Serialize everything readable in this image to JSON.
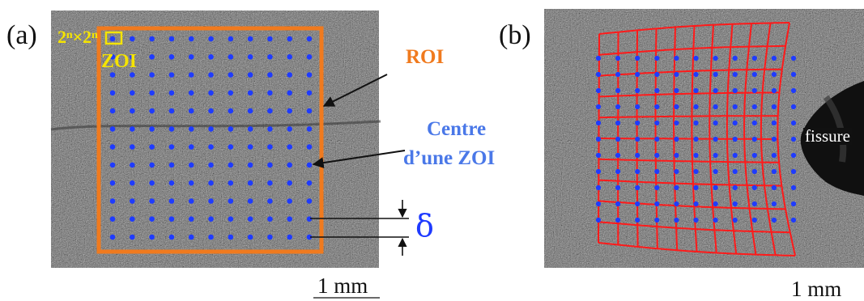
{
  "panel_a": {
    "label": "(a)",
    "zoi_size_label": "2ⁿ×2ⁿ",
    "zoi_label": "ZOI",
    "roi_label": "ROI",
    "centre_label_line1": "Centre",
    "centre_label_line2": "d’une ZOI",
    "spacing_symbol": "δ",
    "scale_label": "1 mm"
  },
  "panel_b": {
    "label": "(b)",
    "crack_label": "fissure",
    "scale_label": "1 mm"
  },
  "colors": {
    "roi": "#f07a1e",
    "zoi": "#f5e400",
    "points": "#1f3bff",
    "mesh": "#ff1a1a",
    "centre_text": "#4a78e8",
    "background_speckle": "#7d7d7d"
  }
}
